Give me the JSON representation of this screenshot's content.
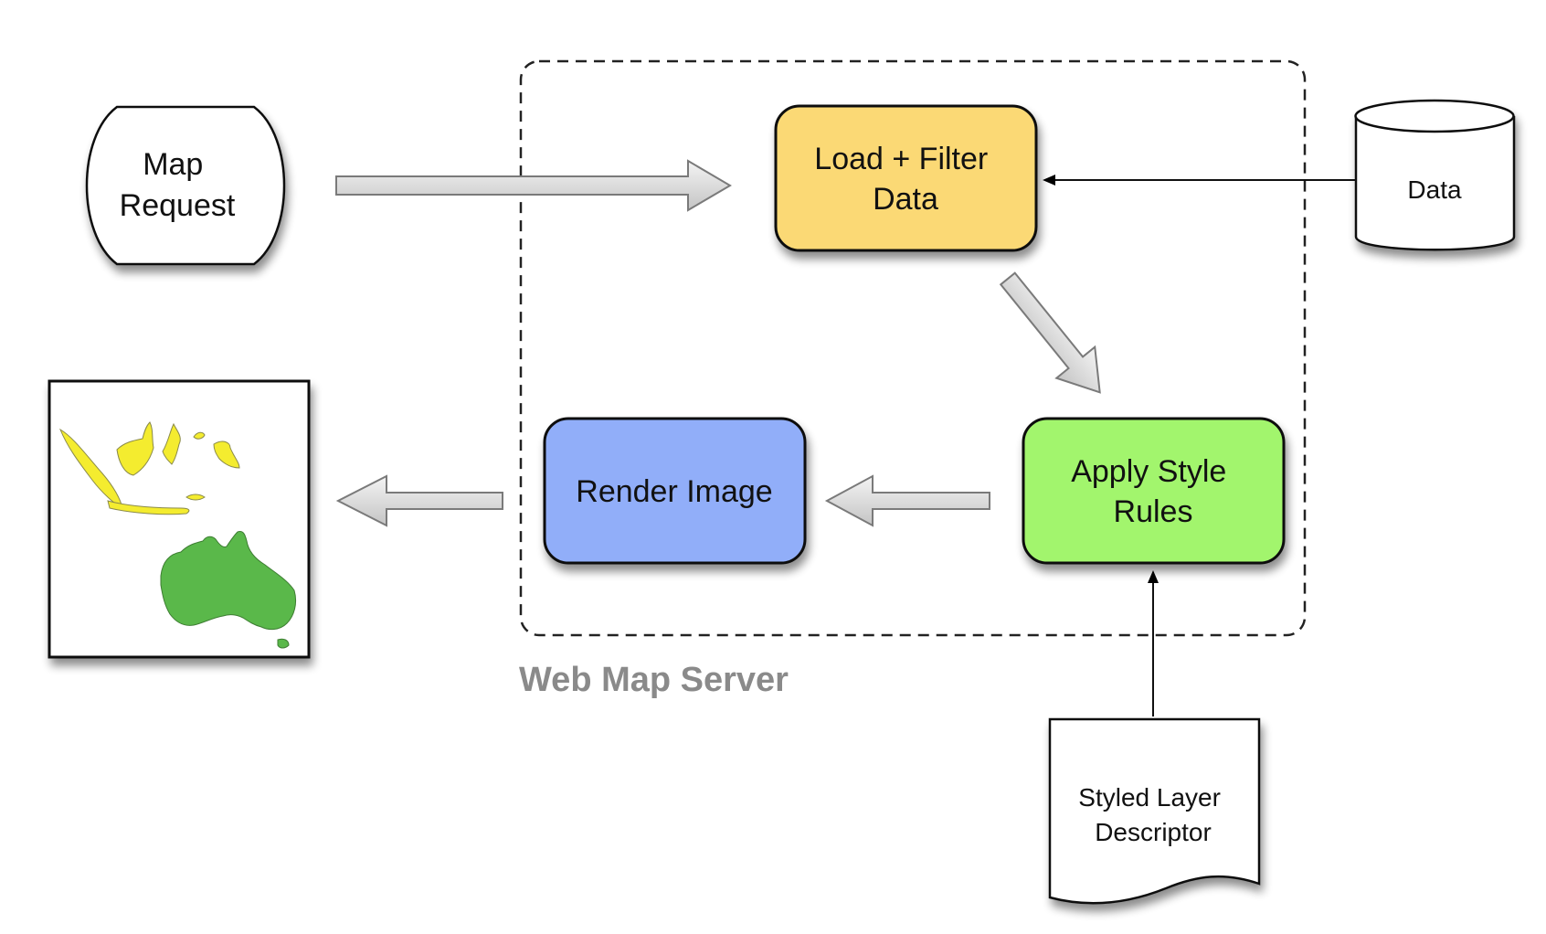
{
  "diagram": {
    "group": {
      "label": "Web Map Server"
    },
    "nodes": {
      "map_request": {
        "line1": "Map",
        "line2": "Request"
      },
      "load_filter": {
        "line1": "Load + Filter",
        "line2": "Data"
      },
      "data_store": {
        "label": "Data"
      },
      "apply_style": {
        "line1": "Apply Style",
        "line2": "Rules"
      },
      "render_image": {
        "label": "Render Image"
      },
      "sld": {
        "line1": "Styled Layer",
        "line2": "Descriptor"
      }
    },
    "colors": {
      "load_filter_fill": "#fbd975",
      "apply_style_fill": "#a2f56d",
      "render_image_fill": "#91aef9",
      "indonesia_fill": "#f4ec2f",
      "australia_fill": "#5ab84a",
      "group_label": "#8a8a8a"
    },
    "icons": {
      "output_map": "map-thumbnail-icon",
      "data_store": "database-cylinder-icon",
      "sld": "document-icon"
    }
  }
}
